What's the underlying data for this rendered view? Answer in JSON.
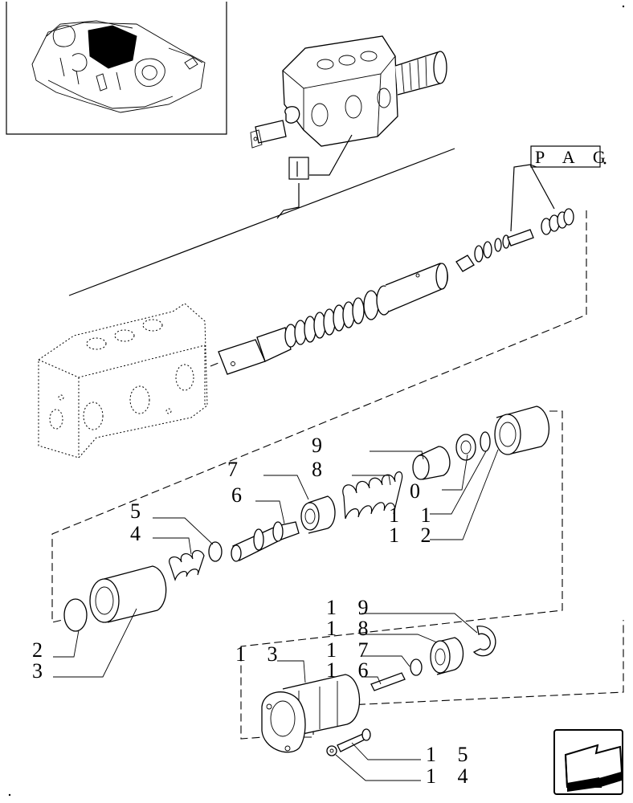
{
  "reference_box": {
    "text": "P A G"
  },
  "callouts": [
    {
      "id": "2",
      "text": "2"
    },
    {
      "id": "3",
      "text": "3"
    },
    {
      "id": "4",
      "text": "4"
    },
    {
      "id": "5",
      "text": "5"
    },
    {
      "id": "6",
      "text": "6"
    },
    {
      "id": "7",
      "text": "7"
    },
    {
      "id": "8",
      "text": "8"
    },
    {
      "id": "9",
      "text": "9"
    },
    {
      "id": "10",
      "text": "0"
    },
    {
      "id": "11",
      "text": "1 1"
    },
    {
      "id": "12",
      "text": "1 2"
    },
    {
      "id": "13",
      "text": "1 3"
    },
    {
      "id": "14",
      "text": "1 4"
    },
    {
      "id": "15",
      "text": "1 5"
    },
    {
      "id": "16",
      "text": "1 6"
    },
    {
      "id": "17",
      "text": "1 7"
    },
    {
      "id": "18",
      "text": "1 8"
    },
    {
      "id": "19",
      "text": "1 9"
    }
  ],
  "icons": {
    "nav_arrow": "back-arrow-icon"
  }
}
